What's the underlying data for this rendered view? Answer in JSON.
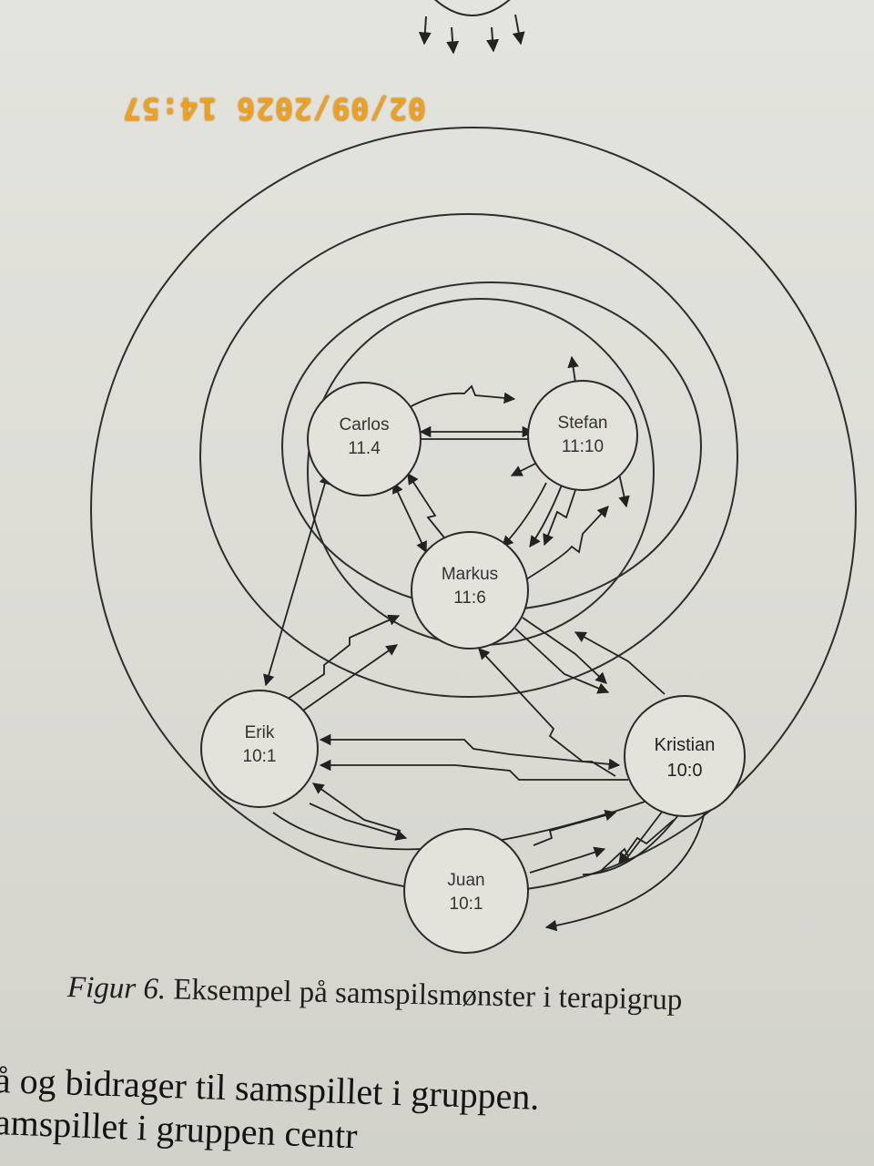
{
  "timestamp": "02/09/2026 14:57",
  "nodes": [
    {
      "id": "carlos",
      "name": "Carlos",
      "value": "11.4"
    },
    {
      "id": "stefan",
      "name": "Stefan",
      "value": "11:10"
    },
    {
      "id": "markus",
      "name": "Markus",
      "value": "11:6"
    },
    {
      "id": "erik",
      "name": "Erik",
      "value": "10:1"
    },
    {
      "id": "kristian",
      "name": "Kristian",
      "value": "10:0"
    },
    {
      "id": "juan",
      "name": "Juan",
      "value": "10:1"
    }
  ],
  "caption": {
    "figure_label": "Figur 6.",
    "text": " Eksempel på samspilsmønster i terapigrup"
  },
  "body_text": [
    "å og bidrager til samspillet i gruppen.",
    "amspillet i gruppen centr",
    ""
  ]
}
